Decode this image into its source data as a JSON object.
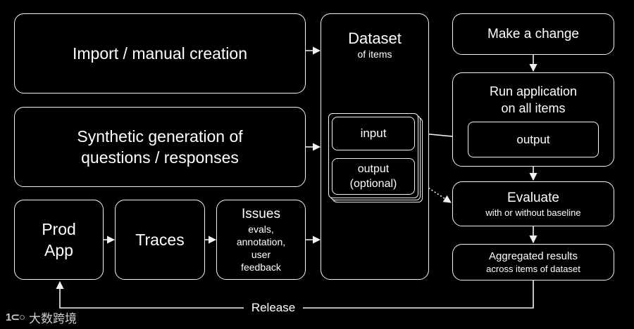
{
  "sources": {
    "import": "Import / manual creation",
    "synthetic": "Synthetic generation of\nquestions / responses",
    "prod_app": "Prod\nApp",
    "traces": "Traces",
    "issues_title": "Issues",
    "issues_detail": "evals,\nannotation,\nuser\nfeedback"
  },
  "dataset": {
    "title": "Dataset",
    "subtitle": "of items",
    "input": "input",
    "output": "output\n(optional)"
  },
  "pipeline": {
    "make_change": "Make a change",
    "run_app": "Run application\non all items",
    "run_output": "output",
    "evaluate_title": "Evaluate",
    "evaluate_subtitle": "with or without baseline",
    "aggregated": "Aggregated results",
    "aggregated_subtitle": "across items of dataset"
  },
  "feedback_loop": {
    "label": "Release"
  },
  "watermark": {
    "mark": "1⊂○",
    "text": "大数跨境"
  }
}
